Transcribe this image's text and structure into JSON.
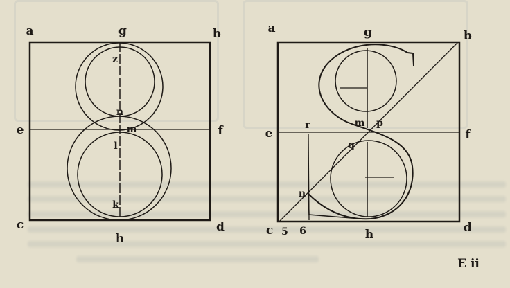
{
  "figure_left": {
    "title": "Letter S construction – circles",
    "labels": {
      "a": "a",
      "g": "g",
      "b": "b",
      "e": "e",
      "f": "f",
      "c": "c",
      "h": "h",
      "d": "d",
      "z": "z",
      "n": "n",
      "m": "m",
      "l": "l",
      "k": "k"
    }
  },
  "figure_right": {
    "title": "Letter S construction – final form",
    "labels": {
      "a": "a",
      "g": "g",
      "b": "b",
      "e": "e",
      "r": "r",
      "m": "m",
      "p": "p",
      "f": "f",
      "q": "q",
      "n": "n",
      "c": "c",
      "five": "5",
      "six": "6",
      "h": "h",
      "d": "d"
    }
  },
  "page_signature": "E ii",
  "colors": {
    "paper": "#e4dfcc",
    "ink": "#1e1a16"
  }
}
